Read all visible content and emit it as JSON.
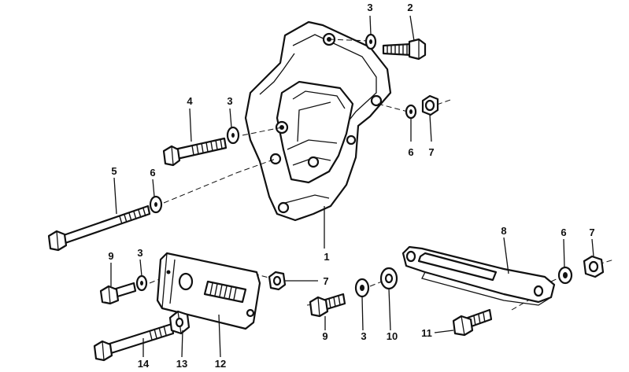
{
  "diagram": {
    "callouts": [
      {
        "id": "c1",
        "text": "1"
      },
      {
        "id": "c2",
        "text": "2"
      },
      {
        "id": "c3a",
        "text": "3"
      },
      {
        "id": "c3b",
        "text": "3"
      },
      {
        "id": "c3c",
        "text": "3"
      },
      {
        "id": "c3d",
        "text": "3"
      },
      {
        "id": "c4",
        "text": "4"
      },
      {
        "id": "c5",
        "text": "5"
      },
      {
        "id": "c6a",
        "text": "6"
      },
      {
        "id": "c6b",
        "text": "6"
      },
      {
        "id": "c6c",
        "text": "6"
      },
      {
        "id": "c7a",
        "text": "7"
      },
      {
        "id": "c7b",
        "text": "7"
      },
      {
        "id": "c7c",
        "text": "7"
      },
      {
        "id": "c8",
        "text": "8"
      },
      {
        "id": "c9a",
        "text": "9"
      },
      {
        "id": "c9b",
        "text": "9"
      },
      {
        "id": "c10",
        "text": "10"
      },
      {
        "id": "c11",
        "text": "11"
      },
      {
        "id": "c12",
        "text": "12"
      },
      {
        "id": "c13",
        "text": "13"
      },
      {
        "id": "c14",
        "text": "14"
      }
    ]
  }
}
